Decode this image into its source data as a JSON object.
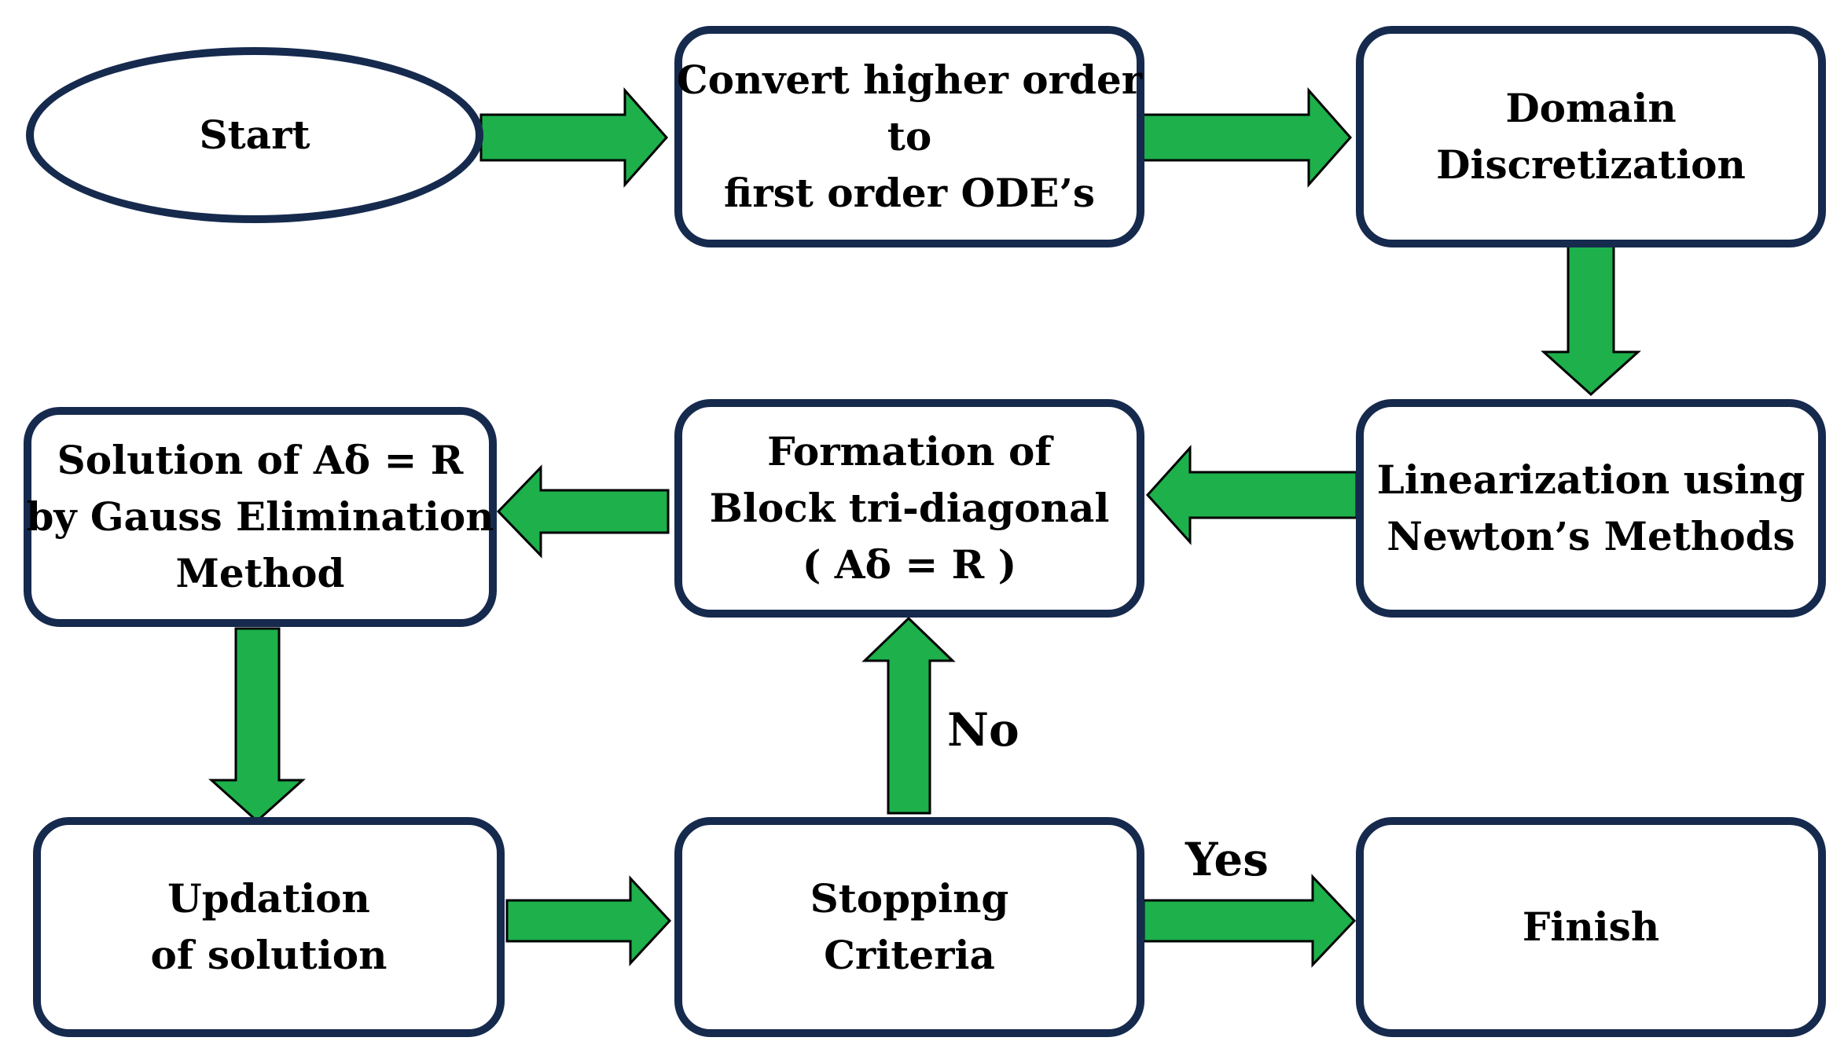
{
  "colors": {
    "box_border": "#162a4e",
    "arrow_fill": "#1db04b",
    "arrow_stroke": "#000000"
  },
  "nodes": {
    "start": {
      "lines": [
        "Start"
      ]
    },
    "convert": {
      "lines": [
        "Convert higher order",
        "to",
        "first order ODE’s"
      ]
    },
    "domain": {
      "lines": [
        "Domain",
        "Discretization"
      ]
    },
    "linear": {
      "lines": [
        "Linearization using",
        "Newton’s Methods"
      ]
    },
    "block": {
      "lines": [
        "Formation of",
        "Block tri-diagonal",
        "( Aδ = R )"
      ]
    },
    "solution": {
      "lines": [
        "Solution of Aδ = R",
        "by Gauss Elimination",
        "Method"
      ]
    },
    "update": {
      "lines": [
        "Updation",
        "of solution"
      ]
    },
    "stop": {
      "lines": [
        "Stopping",
        "Criteria"
      ]
    },
    "finish": {
      "lines": [
        "Finish"
      ]
    }
  },
  "edge_labels": {
    "no": "No",
    "yes": "Yes"
  }
}
